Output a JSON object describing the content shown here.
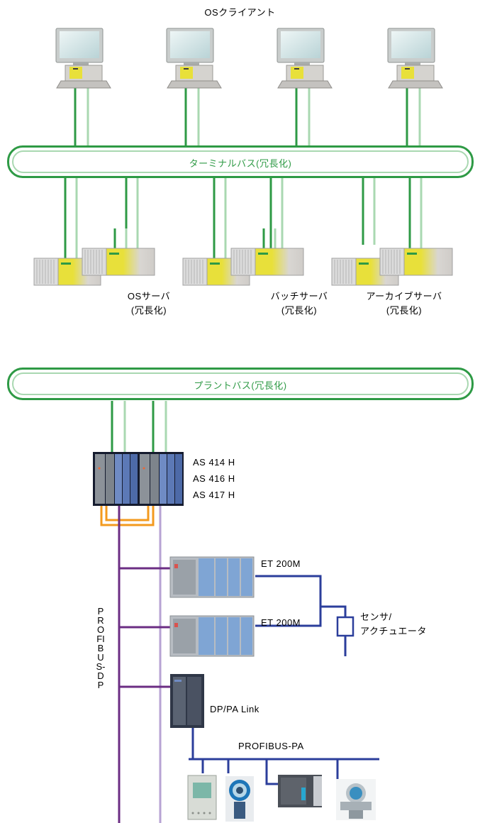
{
  "clients": {
    "label": "OSクライアント"
  },
  "terminal_bus": {
    "label": "ターミナルバス(冗長化)"
  },
  "plant_bus": {
    "label": "プラントバス(冗長化)"
  },
  "servers": {
    "os": {
      "line1": "OSサーバ",
      "line2": "(冗長化)"
    },
    "batch": {
      "line1": "バッチサーバ",
      "line2": "(冗長化)"
    },
    "archive": {
      "line1": "アーカイブサーバ",
      "line2": "(冗長化)"
    }
  },
  "automation_system": {
    "lines": [
      "AS 414 H",
      "AS 416 H",
      "AS 417 H"
    ]
  },
  "io": {
    "et1": "ET 200M",
    "et2": "ET 200M",
    "sensor": {
      "line1": "センサ/",
      "line2": "アクチュエータ"
    },
    "dppa": "DP/PA Link",
    "profibus_pa": "PROFIBUS-PA",
    "profibus_dp": "PROFIBUS-DP"
  },
  "colors": {
    "bus_green": "#2e9a45",
    "bus_green_light": "#a9d8b1",
    "profibus_dp": "#6b2d83",
    "profibus_dp_light": "#b7a3d3",
    "profibus_pa": "#2b3e9b",
    "sync_orange": "#f39a1e",
    "device_yellow": "#e8e03a"
  }
}
